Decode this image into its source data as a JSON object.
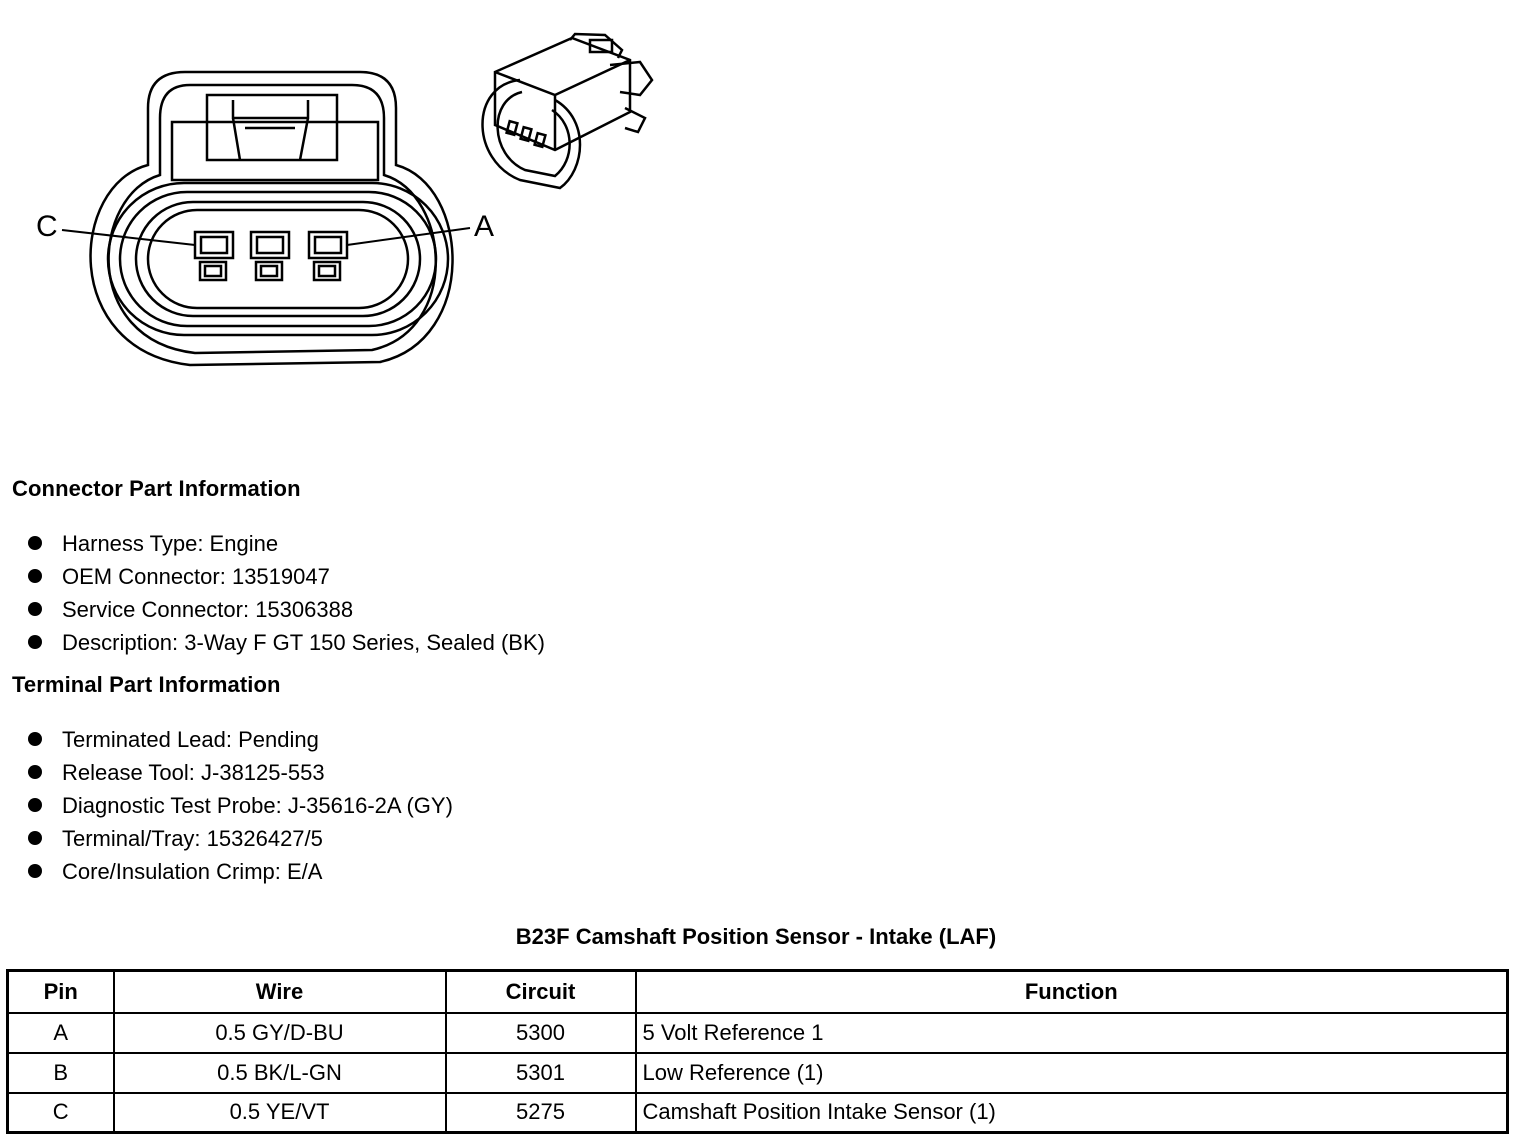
{
  "diagram": {
    "callouts": {
      "left": "C",
      "right": "A"
    }
  },
  "connector_info": {
    "heading": "Connector Part Information",
    "items": [
      "Harness Type: Engine",
      "OEM Connector: 13519047",
      "Service Connector: 15306388",
      "Description: 3-Way F GT 150 Series, Sealed (BK)"
    ]
  },
  "terminal_info": {
    "heading": "Terminal Part Information",
    "items": [
      "Terminated Lead: Pending",
      "Release Tool: J-38125-553",
      "Diagnostic Test Probe: J-35616-2A (GY)",
      "Terminal/Tray: 15326427/5",
      "Core/Insulation Crimp: E/A"
    ]
  },
  "pinout": {
    "title": "B23F Camshaft Position Sensor - Intake (LAF)",
    "columns": [
      "Pin",
      "Wire",
      "Circuit",
      "Function"
    ],
    "rows": [
      {
        "pin": "A",
        "wire": "0.5 GY/D-BU",
        "circuit": "5300",
        "function": "5 Volt Reference 1"
      },
      {
        "pin": "B",
        "wire": "0.5 BK/L-GN",
        "circuit": "5301",
        "function": "Low Reference (1)"
      },
      {
        "pin": "C",
        "wire": "0.5 YE/VT",
        "circuit": "5275",
        "function": "Camshaft Position Intake Sensor (1)"
      }
    ]
  }
}
